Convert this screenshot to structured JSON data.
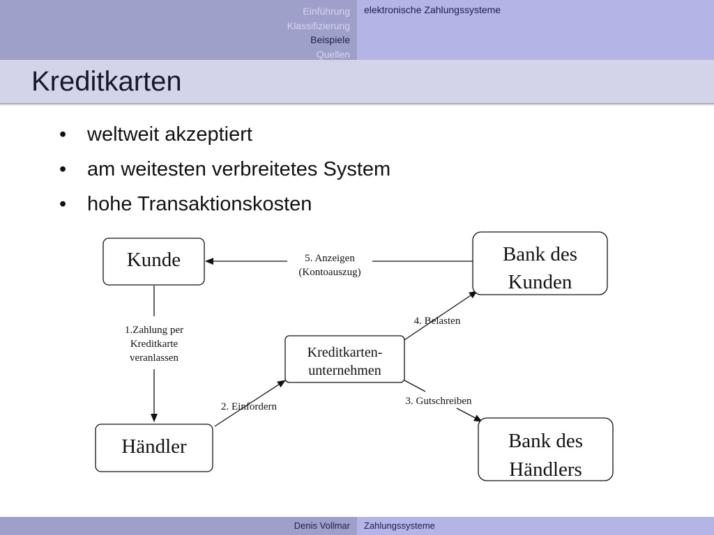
{
  "header": {
    "sections": [
      {
        "label": "Einführung",
        "active": false
      },
      {
        "label": "Klassifizierung",
        "active": false
      },
      {
        "label": "Beispiele",
        "active": true
      },
      {
        "label": "Quellen",
        "active": false
      }
    ],
    "presentation_title": "elektronische Zahlungssysteme"
  },
  "slide": {
    "title": "Kreditkarten",
    "bullets": [
      "weltweit akzeptiert",
      "am weitesten verbreitetes System",
      "hohe Transaktionskosten"
    ]
  },
  "diagram": {
    "nodes": {
      "kunde": [
        "Kunde"
      ],
      "bank_kunde": [
        "Bank des",
        "Kunden"
      ],
      "kreditkarten": [
        "Kreditkarten-",
        "unternehmen"
      ],
      "haendler": [
        "Händler"
      ],
      "bank_haendler": [
        "Bank des",
        "Händlers"
      ]
    },
    "edges": {
      "anzeigen": [
        "5. Anzeigen",
        "(Kontoauszug)"
      ],
      "zahlung": [
        "1.Zahlung per",
        "Kreditkarte",
        "veranlassen"
      ],
      "einfordern": [
        "2. Einfordern"
      ],
      "belasten": [
        "4. Belasten"
      ],
      "gutschreiben": [
        "3. Gutschreiben"
      ]
    }
  },
  "footer": {
    "author": "Denis Vollmar",
    "talk": "Zahlungssysteme"
  },
  "colors": {
    "nav_left": "#9ea0c9",
    "nav_right": "#b4b4e7",
    "title_bar": "#d3d3ea",
    "nav_inactive_text": "#d6d6ee",
    "nav_active_text": "#20204a"
  }
}
